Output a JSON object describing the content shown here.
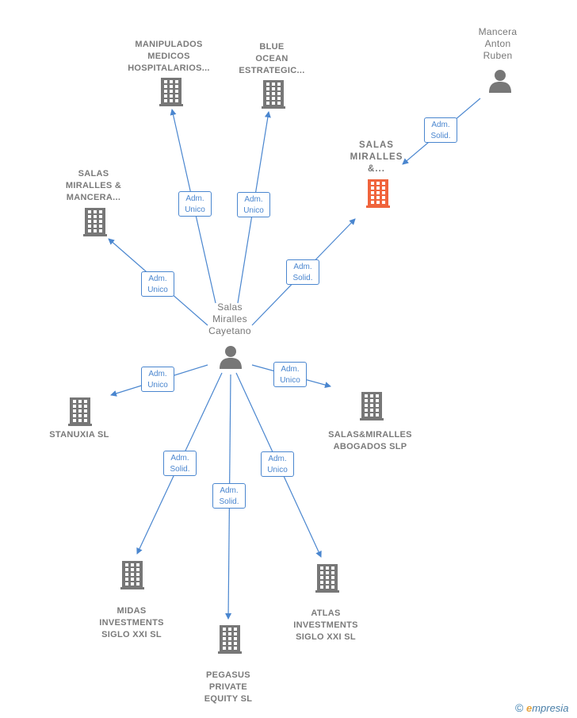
{
  "nodes": [
    {
      "id": "cayetano",
      "type": "person",
      "label": "Salas\nMiralles\nCayetano",
      "color": "#777777"
    },
    {
      "id": "mancera",
      "type": "person",
      "label": "Mancera\nAnton\nRuben",
      "color": "#777777"
    },
    {
      "id": "salas_mancera_top",
      "type": "company-focus",
      "label": "SALAS\nMIRALLES\n&...",
      "color": "#f0643c"
    },
    {
      "id": "manipulados",
      "type": "company",
      "label": "MANIPULADOS\nMEDICOS\nHOSPITALARIOS...",
      "color": "#777777"
    },
    {
      "id": "blue_ocean",
      "type": "company",
      "label": "BLUE\nOCEAN\nESTRATEGIC...",
      "color": "#777777"
    },
    {
      "id": "salas_mancera",
      "type": "company",
      "label": "SALAS\nMIRALLES &\nMANCERA...",
      "color": "#777777"
    },
    {
      "id": "stanuxia",
      "type": "company",
      "label": "STANUXIA SL",
      "color": "#777777"
    },
    {
      "id": "abogados",
      "type": "company",
      "label": "SALAS&MIRALLES\nABOGADOS SLP",
      "color": "#777777"
    },
    {
      "id": "midas",
      "type": "company",
      "label": "MIDAS\nINVESTMENTS\nSIGLO XXI SL",
      "color": "#777777"
    },
    {
      "id": "pegasus",
      "type": "company",
      "label": "PEGASUS\nPRIVATE\nEQUITY SL",
      "color": "#777777"
    },
    {
      "id": "atlas",
      "type": "company",
      "label": "ATLAS\nINVESTMENTS\nSIGLO XXI SL",
      "color": "#777777"
    }
  ],
  "edges": [
    {
      "from": "mancera",
      "to": "salas_mancera_top",
      "label": "Adm.\nSolid."
    },
    {
      "from": "cayetano",
      "to": "salas_mancera_top",
      "label": "Adm.\nSolid."
    },
    {
      "from": "cayetano",
      "to": "manipulados",
      "label": "Adm.\nUnico"
    },
    {
      "from": "cayetano",
      "to": "blue_ocean",
      "label": "Adm.\nUnico"
    },
    {
      "from": "cayetano",
      "to": "salas_mancera",
      "label": "Adm.\nUnico"
    },
    {
      "from": "cayetano",
      "to": "stanuxia",
      "label": "Adm.\nUnico"
    },
    {
      "from": "cayetano",
      "to": "abogados",
      "label": "Adm.\nUnico"
    },
    {
      "from": "cayetano",
      "to": "midas",
      "label": "Adm.\nSolid."
    },
    {
      "from": "cayetano",
      "to": "pegasus",
      "label": "Adm.\nSolid."
    },
    {
      "from": "cayetano",
      "to": "atlas",
      "label": "Adm.\nUnico"
    }
  ],
  "colors": {
    "edge": "#4a86cf",
    "node": "#777777",
    "focus": "#f0643c"
  },
  "watermark": {
    "symbol": "©",
    "brand_initial": "e",
    "brand_rest": "mpresia"
  }
}
